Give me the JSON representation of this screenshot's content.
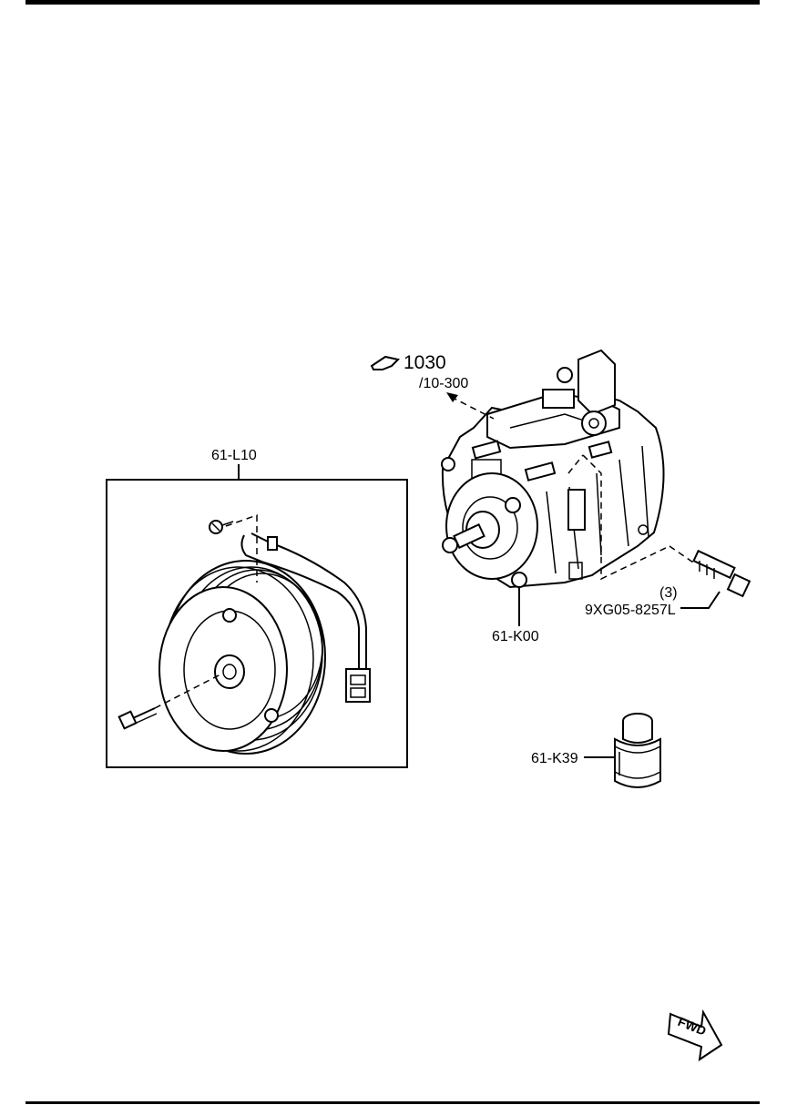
{
  "callouts": {
    "clutch_assembly": "61-L10",
    "compressor": "61-K00",
    "relief_valve": "61-K39",
    "bolt_qty": "(3)",
    "bolt_part": "9XG05-8257L",
    "ref_page": "1030",
    "ref_sub": "/10-300"
  },
  "direction_arrow": {
    "label": "FWD"
  }
}
